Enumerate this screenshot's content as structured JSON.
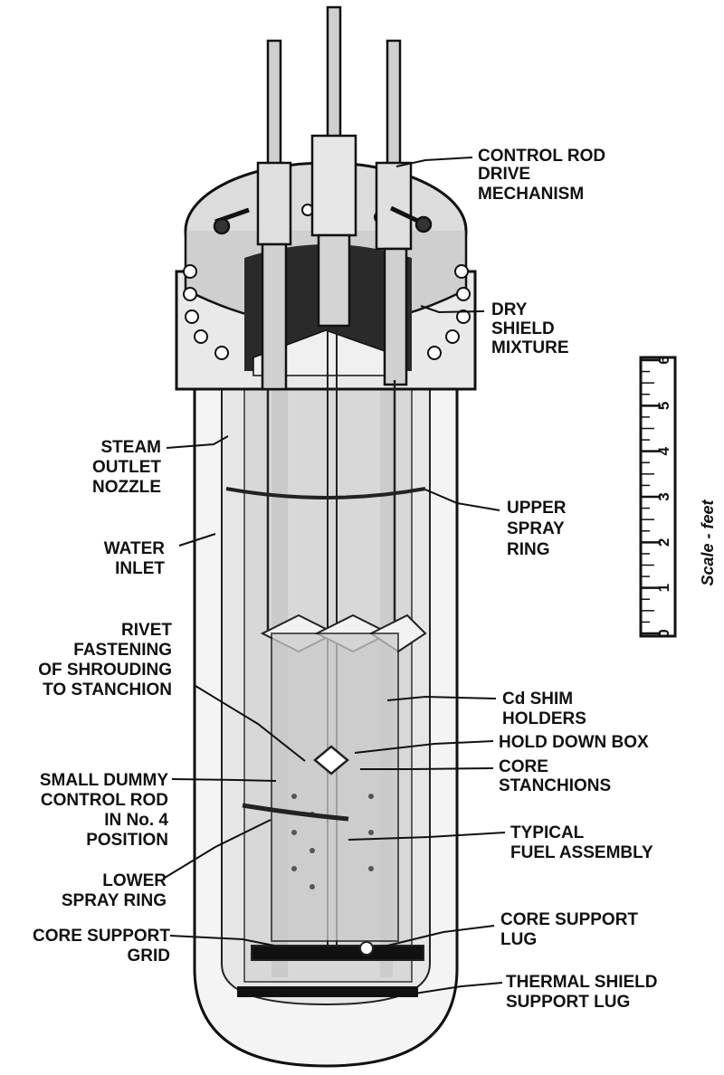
{
  "labels": {
    "control_rod_drive": [
      "CONTROL ROD",
      "DRIVE",
      "MECHANISM"
    ],
    "dry_shield": [
      "DRY",
      "SHIELD",
      "MIXTURE"
    ],
    "steam_outlet": [
      "STEAM",
      "OUTLET",
      "NOZZLE"
    ],
    "water_inlet": [
      "WATER",
      "INLET"
    ],
    "upper_spray": [
      "UPPER",
      "SPRAY",
      "RING"
    ],
    "rivet": [
      "RIVET",
      "FASTENING",
      "OF SHROUDING",
      "TO STANCHION"
    ],
    "cd_shim": [
      "Cd SHIM",
      "HOLDERS"
    ],
    "hold_down_box": [
      "HOLD DOWN BOX"
    ],
    "core_stanchions": [
      "CORE",
      "STANCHIONS"
    ],
    "small_dummy": [
      "SMALL DUMMY",
      "CONTROL ROD",
      "IN No. 4",
      "POSITION"
    ],
    "typical_fuel": [
      "TYPICAL",
      "FUEL ASSEMBLY"
    ],
    "lower_spray": [
      "LOWER",
      "SPRAY RING"
    ],
    "core_support_lug": [
      "CORE SUPPORT",
      "LUG"
    ],
    "core_support_grid": [
      "CORE SUPPORT",
      "GRID"
    ],
    "thermal_shield": [
      "THERMAL SHIELD",
      "SUPPORT LUG"
    ]
  },
  "scale": {
    "title": "Scale - feet",
    "ticks": [
      "0",
      "1",
      "2",
      "3",
      "4",
      "5",
      "6"
    ],
    "unit_max": 6
  }
}
